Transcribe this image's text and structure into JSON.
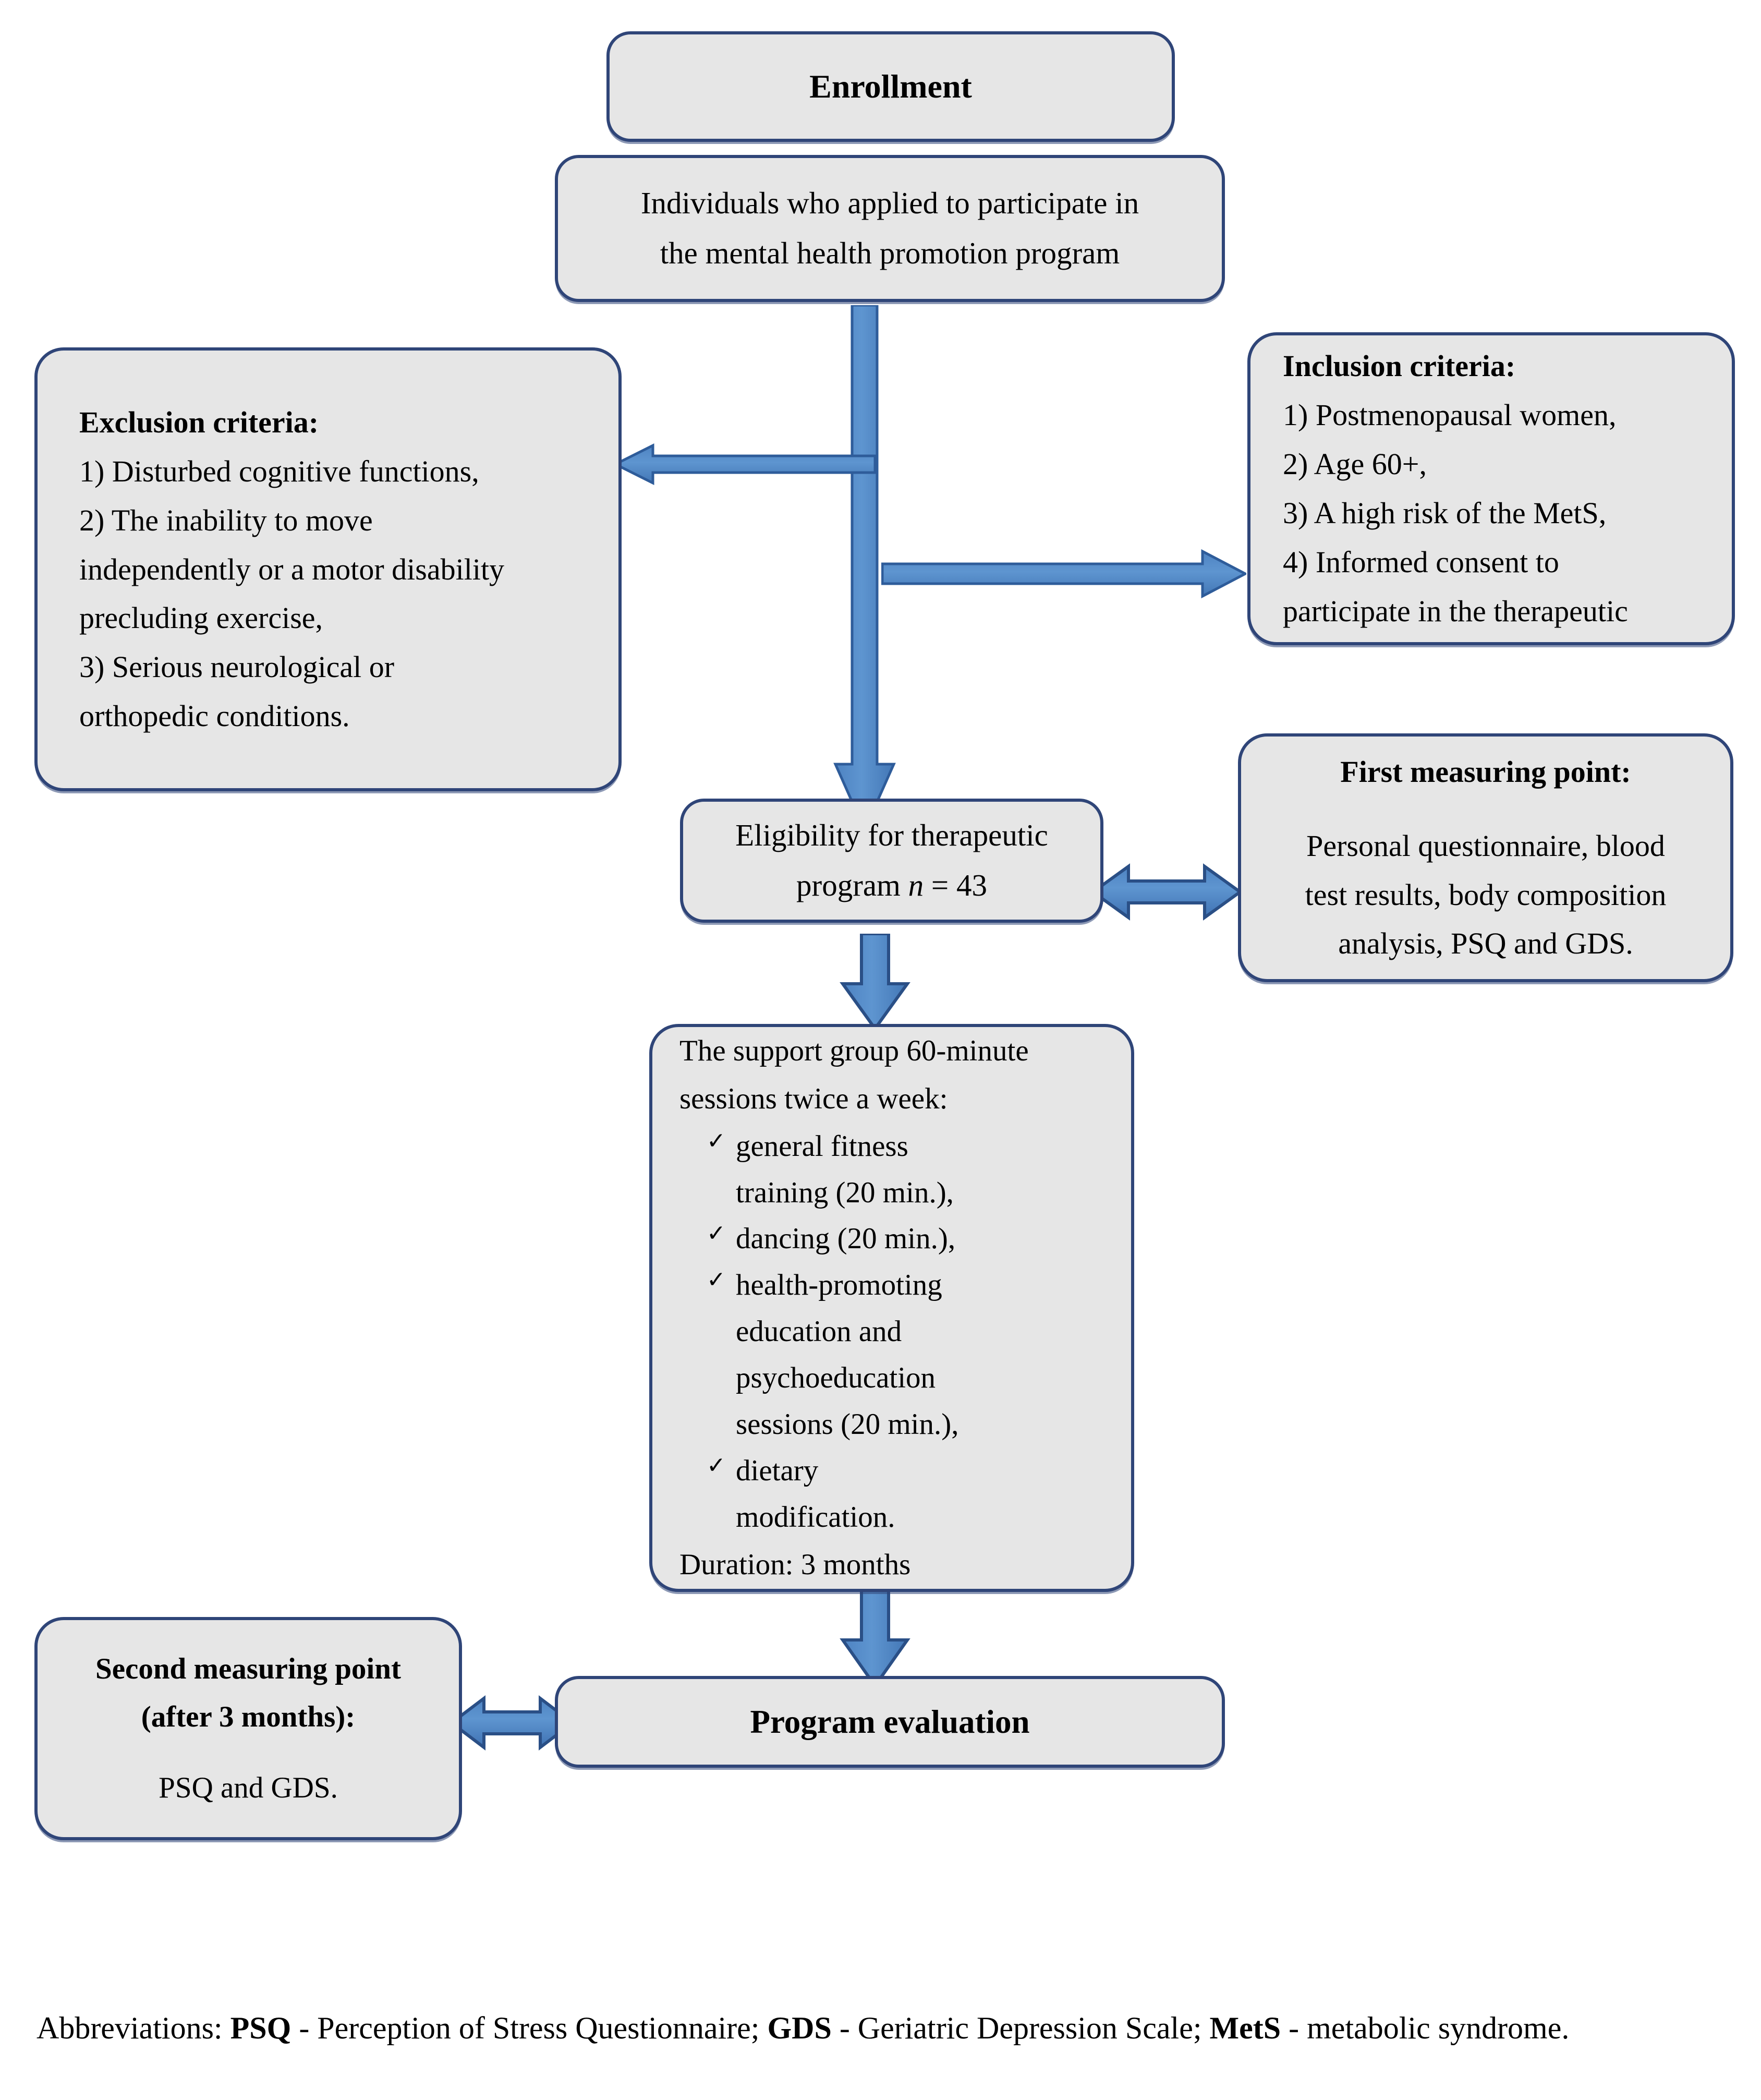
{
  "diagram": {
    "title_text": "Enrollment",
    "colors": {
      "box_fill": "#e6e6e6",
      "box_border": "#2f4578",
      "arrow_fill": "#5b8fc9",
      "arrow_stroke": "#2e5c9a",
      "text": "#000000",
      "page_background": "#ffffff"
    },
    "boxes": {
      "enrollment": {
        "label": "Enrollment"
      },
      "applicants": {
        "line1": "Individuals who applied to participate in",
        "line2": "the mental health promotion program"
      },
      "exclusion": {
        "heading": "Exclusion criteria:",
        "items": [
          "1) Disturbed cognitive functions,",
          "2) The inability to move",
          "independently or a motor disability",
          "precluding exercise,",
          "3) Serious neurological or",
          "orthopedic conditions."
        ]
      },
      "inclusion": {
        "heading": "Inclusion criteria:",
        "items": [
          "1) Postmenopausal women,",
          "2) Age 60+,",
          "3) A high risk of the MetS,",
          "4) Informed consent to",
          "participate in the therapeutic"
        ]
      },
      "eligibility": {
        "line1": "Eligibility for therapeutic",
        "line2_prefix": "program ",
        "line2_italic": "n",
        "line2_suffix": " = 43"
      },
      "first_measuring_point": {
        "heading": "First measuring point:",
        "line1": "Personal questionnaire, blood",
        "line2": "test results, body composition",
        "line3": "analysis, PSQ and GDS."
      },
      "support_group": {
        "intro_line1": "The support group 60-minute",
        "intro_line2": "sessions twice a week:",
        "check_symbol": "✓",
        "items": [
          [
            "general fitness",
            "training (20 min.),"
          ],
          [
            "dancing (20 min.),"
          ],
          [
            "health-promoting",
            "education and",
            "psychoeducation",
            "sessions (20 min.),"
          ],
          [
            "dietary",
            "modification."
          ]
        ],
        "duration": "Duration: 3 months"
      },
      "second_measuring_point": {
        "line1": "Second measuring point",
        "line2": "(after 3 months):",
        "line3": "PSQ and GDS."
      },
      "program_evaluation": {
        "label": "Program evaluation"
      }
    },
    "caption": {
      "lead": "Abbreviations: ",
      "a1_key": "PSQ",
      "a1_val": " - Perception of Stress Questionnaire; ",
      "a2_key": "GDS",
      "a2_val": " - Geriatric Depression Scale; ",
      "a3_key": "MetS",
      "a3_val": " - metabolic syndrome."
    }
  }
}
